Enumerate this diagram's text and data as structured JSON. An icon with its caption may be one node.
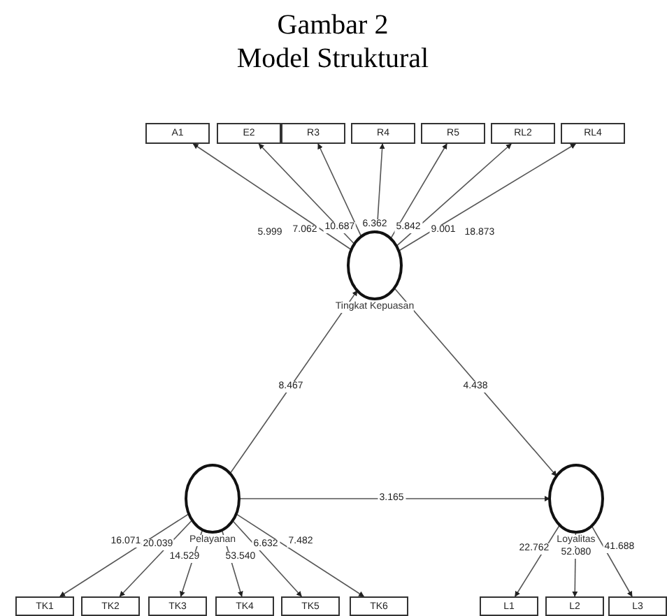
{
  "diagram": {
    "title": "Gambar 2",
    "labels": [
      "Model Struktural"
    ],
    "nodes": [
      {
        "text": [
          "A1"
        ]
      },
      {
        "text": [
          "E2"
        ]
      },
      {
        "text": [
          "R3"
        ]
      },
      {
        "text": [
          "R4"
        ]
      },
      {
        "text": [
          "R5"
        ]
      },
      {
        "text": [
          "RL2"
        ]
      },
      {
        "text": [
          "RL4"
        ]
      },
      {
        "text": [
          "Tingkat Kepuasan"
        ]
      },
      {
        "text": [
          "Pelayanan"
        ]
      },
      {
        "text": [
          "Loyalitas"
        ]
      },
      {
        "text": [
          "TK1"
        ]
      },
      {
        "text": [
          "TK2"
        ]
      },
      {
        "text": [
          "TK3"
        ]
      },
      {
        "text": [
          "TK4"
        ]
      },
      {
        "text": [
          "TK5"
        ]
      },
      {
        "text": [
          "TK6"
        ]
      },
      {
        "text": [
          "L1"
        ]
      },
      {
        "text": [
          "L2"
        ]
      },
      {
        "text": [
          "L3"
        ]
      }
    ],
    "edges": [
      {
        "from": 7,
        "to": 0,
        "arrow": "to",
        "label": "5.999"
      },
      {
        "from": 7,
        "to": 1,
        "arrow": "to",
        "label": "7.062"
      },
      {
        "from": 7,
        "to": 2,
        "arrow": "to",
        "label": "10.687"
      },
      {
        "from": 7,
        "to": 3,
        "arrow": "to",
        "label": "6.362"
      },
      {
        "from": 7,
        "to": 4,
        "arrow": "to",
        "label": "5.842"
      },
      {
        "from": 7,
        "to": 5,
        "arrow": "to",
        "label": "9.001"
      },
      {
        "from": 7,
        "to": 6,
        "arrow": "to",
        "label": "18.873"
      },
      {
        "from": 8,
        "to": 7,
        "arrow": "to",
        "label": "8.467"
      },
      {
        "from": 7,
        "to": 9,
        "arrow": "to",
        "label": "4.438"
      },
      {
        "from": 8,
        "to": 9,
        "arrow": "to",
        "label": "3.165"
      },
      {
        "from": 8,
        "to": 10,
        "arrow": "to",
        "label": "16.071"
      },
      {
        "from": 8,
        "to": 11,
        "arrow": "to",
        "label": "20.039"
      },
      {
        "from": 8,
        "to": 12,
        "arrow": "to",
        "label": "14.529"
      },
      {
        "from": 8,
        "to": 13,
        "arrow": "to",
        "label": "53.540"
      },
      {
        "from": 8,
        "to": 14,
        "arrow": "to",
        "label": "6.632"
      },
      {
        "from": 8,
        "to": 15,
        "arrow": "to",
        "label": "7.482"
      },
      {
        "from": 9,
        "to": 16,
        "arrow": "to",
        "label": "22.762"
      },
      {
        "from": 9,
        "to": 17,
        "arrow": "to",
        "label": "52.080"
      },
      {
        "from": 9,
        "to": 18,
        "arrow": "to",
        "label": "41.688"
      }
    ]
  }
}
